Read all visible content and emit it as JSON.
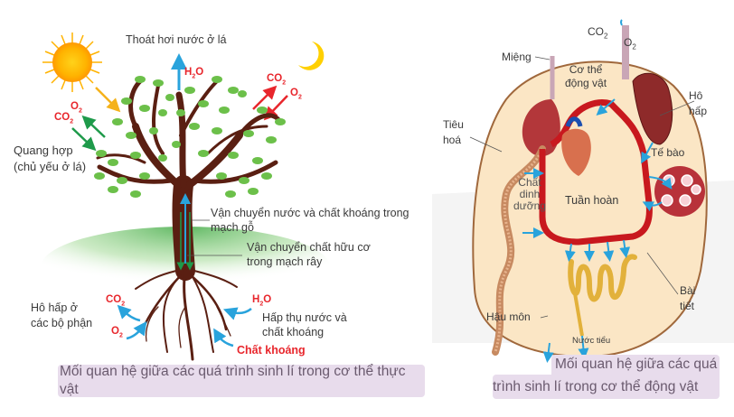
{
  "plant": {
    "transpiration": "Thoát hơi nước ở lá",
    "h2o_top": {
      "base": "H",
      "sub": "2",
      "rest": "O"
    },
    "photosynthesis": [
      "Quang hợp",
      "(chủ yếu ở lá)"
    ],
    "left_o2": {
      "base": "O",
      "sub": "2"
    },
    "left_co2": {
      "base": "CO",
      "sub": "2"
    },
    "right_co2": {
      "base": "CO",
      "sub": "2"
    },
    "right_o2": {
      "base": "O",
      "sub": "2"
    },
    "xylem": [
      "Vận chuyển nước và chất khoáng trong",
      "mạch gỗ"
    ],
    "phloem": [
      "Vận chuyển chất hữu cơ",
      "trong mạch rây"
    ],
    "respiration": [
      "Hô hấp ở",
      "các bộ phận"
    ],
    "root_co2": {
      "base": "CO",
      "sub": "2"
    },
    "root_o2": {
      "base": "O",
      "sub": "2"
    },
    "root_h2o": {
      "base": "H",
      "sub": "2",
      "rest": "O"
    },
    "absorption": [
      "Hấp thụ nước và",
      "chất khoáng"
    ],
    "minerals": "Chất khoáng",
    "caption": "Mối quan hệ giữa các quá trình sinh lí trong cơ thể thực vật"
  },
  "animal": {
    "co2": {
      "base": "CO",
      "sub": "2"
    },
    "o2": {
      "base": "O",
      "sub": "2"
    },
    "mouth": "Miệng",
    "body": [
      "Cơ thể",
      "động vật"
    ],
    "respiration": [
      "Hô",
      "hấp"
    ],
    "digestion": [
      "Tiêu",
      "hoá"
    ],
    "cell": "Tế bào",
    "nutrients": [
      "Chất",
      "dinh",
      "dưỡng"
    ],
    "circulation": "Tuần hoàn",
    "excretion": [
      "Bài",
      "tiết"
    ],
    "anus": "Hậu môn",
    "urine": "Nước tiểu",
    "caption": [
      "Mối quan hệ giữa các quá",
      "trình sinh lí trong cơ thể động vật"
    ]
  },
  "colors": {
    "red_label": "#e8262c",
    "blue_arrow": "#29a3dc",
    "green_arrow": "#1e9a4a",
    "yellow_arrow": "#f5b21b",
    "trunk": "#5a1f12",
    "leaf": "#6cc04a",
    "body_fill": "#fbe6c5",
    "vessel": "#c8181e",
    "caption_bg": "#e8dcec"
  }
}
